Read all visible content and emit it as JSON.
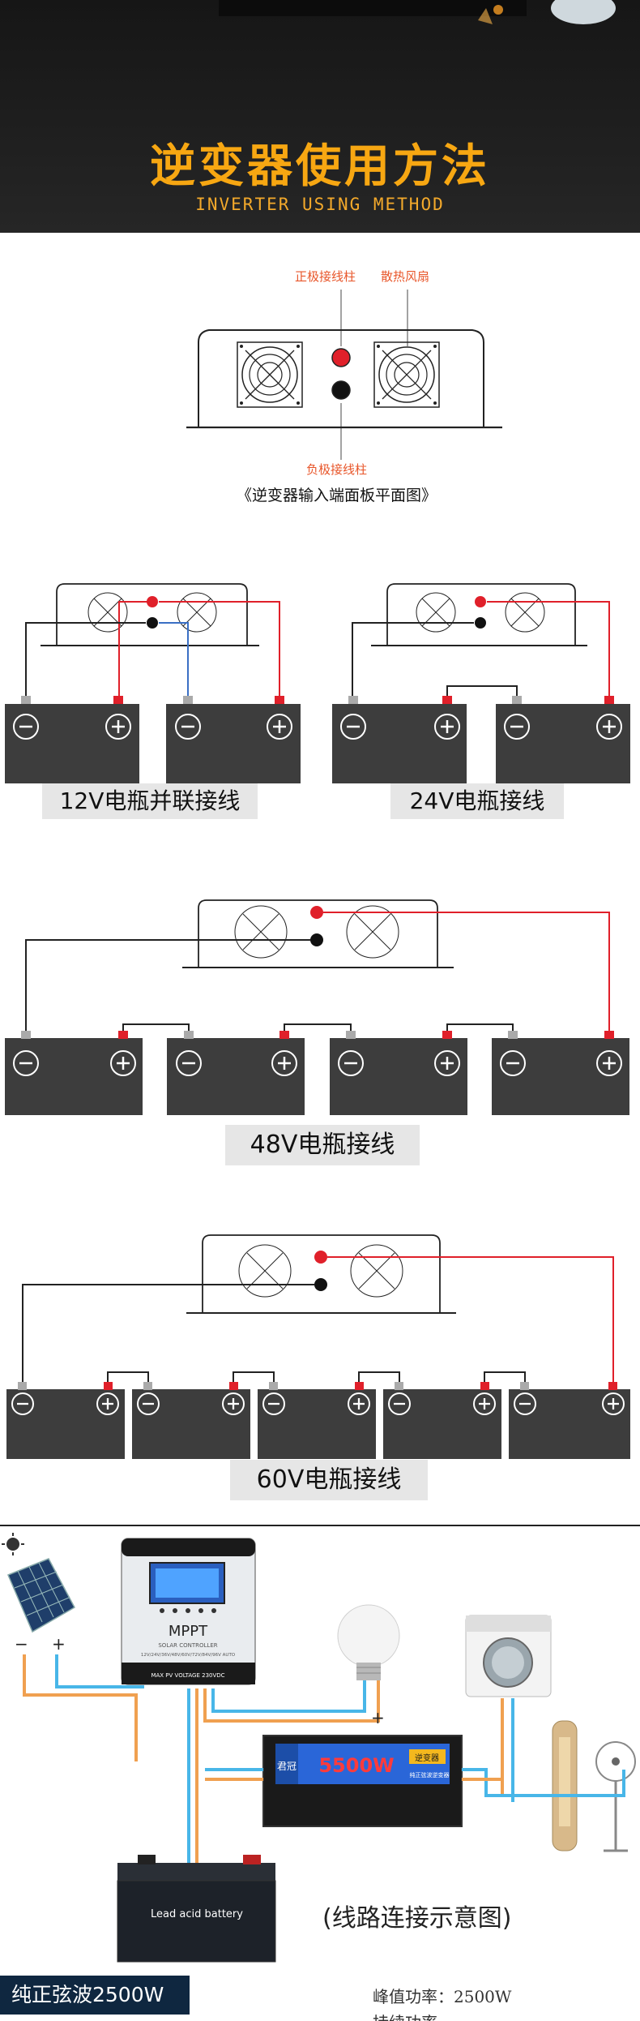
{
  "header": {
    "title": "逆变器使用方法",
    "subtitle": "INVERTER USING METHOD"
  },
  "panel": {
    "label_positive": "正极接线柱",
    "label_fan": "散热风扇",
    "label_negative": "负极接线柱",
    "caption": "《逆变器输入端面板平面图》"
  },
  "wiring": {
    "label_12v": "12V电瓶并联接线",
    "label_24v": "24V电瓶接线",
    "label_48v": "48V电瓶接线",
    "label_60v": "60V电瓶接线"
  },
  "system": {
    "controller_brand": "MPPT",
    "controller_sub": "SOLAR CONTROLLER",
    "controller_sub2": "12V/24V/36V/48V/60V/72V/84V/96V AUTO",
    "controller_footer": "MAX PV VOLTAGE 230VDC",
    "solar_minus": "−",
    "solar_plus": "+",
    "bulb_plus": "+",
    "inverter_brand": "君冠",
    "inverter_power": "5500W",
    "inverter_tag": "逆变器",
    "inverter_sub": "纯正弦波逆变器",
    "battery_label": "Lead acid battery",
    "caption": "(线路连接示意图)"
  },
  "footer": {
    "product_title": "纯正弦波2500W",
    "peak_label": "峰值功率：",
    "peak_value": "2500W",
    "cont_label": "持续功率"
  },
  "colors": {
    "header_bg": "#1d1d1d",
    "title_orange": "#f7a712",
    "wire_red": "#e0202a",
    "wire_blue": "#3a6fc4",
    "wire_orange": "#f0a050",
    "wire_cyan": "#48b6e8",
    "battery_dark": "#3d3d3d",
    "footer_navy": "#0f2740"
  }
}
